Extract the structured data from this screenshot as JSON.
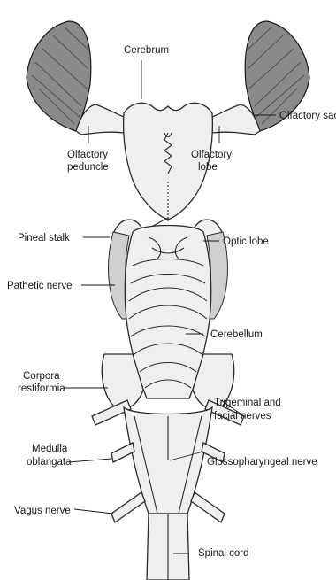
{
  "labels": {
    "cerebrum": "Cerebrum",
    "olfactory_sac": "Olfactory sac",
    "olfactory_peduncle_1": "Olfactory",
    "olfactory_peduncle_2": "peduncle",
    "olfactory_lobe_1": "Olfactory",
    "olfactory_lobe_2": "lobe",
    "pineal_stalk": "Pineal stalk",
    "optic_lobe": "Optic lobe",
    "pathetic_nerve": "Pathetic nerve",
    "cerebellum": "Cerebellum",
    "corpora_restiformia_1": "Corpora",
    "corpora_restiformia_2": "restiformia",
    "trigeminal_facial_1": "Trigeminal and",
    "trigeminal_facial_2": "facial nerves",
    "medulla_oblangata_1": "Medulla",
    "medulla_oblangata_2": "oblangata",
    "glossopharyngeal_nerve": "Glossopharyngeal nerve",
    "vagus_nerve": "Vagus nerve",
    "spinal_cord": "Spinal cord"
  }
}
